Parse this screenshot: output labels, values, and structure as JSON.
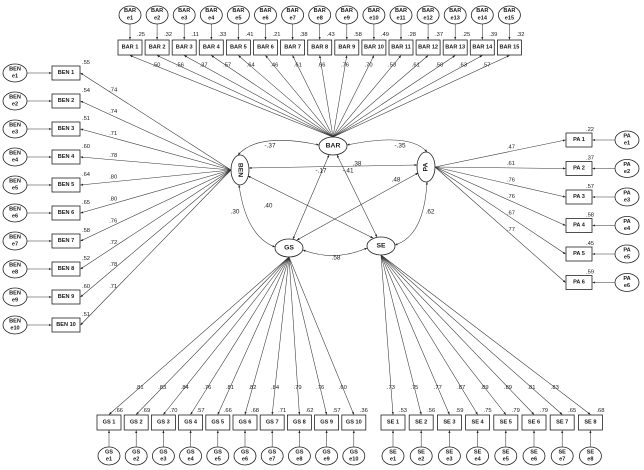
{
  "latents": {
    "bar": "BAR",
    "ben": "BEN",
    "pa": "PA",
    "gs": "GS",
    "se": "SE"
  },
  "bar_block": {
    "indicators": [
      "BAR 1",
      "BAR 2",
      "BAR 3",
      "BAR 4",
      "BAR 5",
      "BAR 6",
      "BAR 7",
      "BAR 8",
      "BAR 9",
      "BAR 10",
      "BAR 11",
      "BAR 12",
      "BAR 13",
      "BAR 14",
      "BAR 15"
    ],
    "errors": [
      "e1",
      "e2",
      "e3",
      "e4",
      "e5",
      "e6",
      "e7",
      "e8",
      "e9",
      "e10",
      "e11",
      "e12",
      "e13",
      "e14",
      "e15"
    ],
    "error_prefix": "BAR",
    "r2": [
      ".25",
      ".32",
      ".11",
      ".33",
      ".41",
      ".21",
      ".38",
      ".43",
      ".58",
      ".49",
      ".28",
      ".37",
      ".25",
      ".39",
      ".32"
    ],
    "loadings": [
      ".50",
      ".56",
      ".37",
      ".57",
      ".64",
      ".46",
      ".61",
      ".66",
      ".76",
      ".70",
      ".53",
      ".61",
      ".50",
      ".63",
      ".57"
    ]
  },
  "ben_block": {
    "indicators": [
      "BEN 1",
      "BEN 2",
      "BEN 3",
      "BEN 4",
      "BEN 5",
      "BEN 6",
      "BEN 7",
      "BEN 8",
      "BEN 9",
      "BEN 10"
    ],
    "errors": [
      "e1",
      "e2",
      "e3",
      "e4",
      "e5",
      "e6",
      "e7",
      "e8",
      "e9",
      "e10"
    ],
    "error_prefix": "BEN",
    "r2": [
      ".55",
      ".54",
      ".51",
      ".60",
      ".64",
      ".65",
      ".58",
      ".52",
      ".60",
      ".51"
    ],
    "loadings": [
      ".74",
      ".74",
      ".71",
      ".78",
      ".80",
      ".80",
      ".76",
      ".72",
      ".78",
      ".71"
    ]
  },
  "pa_block": {
    "indicators": [
      "PA 1",
      "PA 2",
      "PA 3",
      "PA 4",
      "PA 5",
      "PA 6"
    ],
    "errors": [
      "e1",
      "e2",
      "e3",
      "e4",
      "e5",
      "e6"
    ],
    "error_prefix": "PA",
    "r2": [
      ".22",
      ".37",
      ".57",
      ".58",
      ".45",
      ".59"
    ],
    "loadings": [
      ".47",
      ".61",
      ".76",
      ".76",
      ".67",
      ".77"
    ]
  },
  "gs_block": {
    "indicators": [
      "GS 1",
      "GS 2",
      "GS 3",
      "GS 4",
      "GS 5",
      "GS 6",
      "GS 7",
      "GS 8",
      "GS 9",
      "GS 10"
    ],
    "errors": [
      "e1",
      "e2",
      "e3",
      "e4",
      "e5",
      "e6",
      "e7",
      "e8",
      "e9",
      "e10"
    ],
    "error_prefix": "GS",
    "r2": [
      ".66",
      ".69",
      ".70",
      ".57",
      ".66",
      ".68",
      ".71",
      ".62",
      ".57",
      ".36"
    ],
    "loadings": [
      ".81",
      ".83",
      ".84",
      ".76",
      ".81",
      ".82",
      ".84",
      ".79",
      ".76",
      ".60"
    ]
  },
  "se_block": {
    "indicators": [
      "SE 1",
      "SE 2",
      "SE 3",
      "SE 4",
      "SE 5",
      "SE 6",
      "SE 7",
      "SE 8"
    ],
    "errors": [
      "e1",
      "e2",
      "e3",
      "e4",
      "e5",
      "e6",
      "e7",
      "e8"
    ],
    "error_prefix": "SE",
    "r2": [
      ".53",
      ".56",
      ".59",
      ".75",
      ".79",
      ".79",
      ".65",
      ".68"
    ],
    "loadings": [
      ".73",
      ".75",
      ".77",
      ".87",
      ".89",
      ".89",
      ".81",
      ".83"
    ]
  },
  "correlations": {
    "bar_ben": "-.37",
    "bar_pa": "-.35",
    "bar_gs": "-.17",
    "bar_se": "-.41",
    "ben_pa": ".38",
    "ben_se": ".40",
    "ben_gs": ".30",
    "pa_gs": ".48",
    "pa_se": ".62",
    "gs_se": ".58"
  }
}
